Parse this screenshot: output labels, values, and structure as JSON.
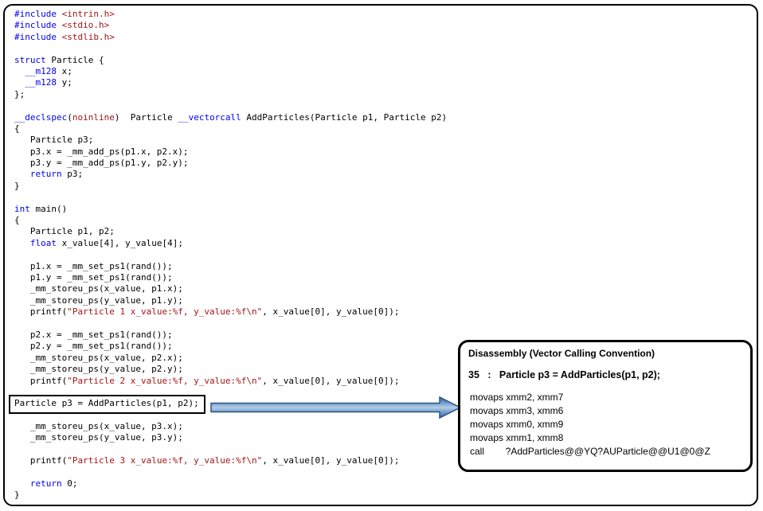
{
  "colors": {
    "keyword": "#0000ee",
    "literal": "#a31515",
    "plain": "#000000",
    "arrow_edge": "#39648f",
    "arrow_mid": "#5e8dc0",
    "arrow_highlight": "#b3cce8",
    "arrow_stroke": "#2f5480",
    "panel_border": "#000000"
  },
  "code": {
    "boxed_line_index": 34,
    "lines": [
      [
        [
          "k",
          "#include"
        ],
        [
          "p",
          " "
        ],
        [
          "s",
          "<intrin.h>"
        ]
      ],
      [
        [
          "k",
          "#include"
        ],
        [
          "p",
          " "
        ],
        [
          "s",
          "<stdio.h>"
        ]
      ],
      [
        [
          "k",
          "#include"
        ],
        [
          "p",
          " "
        ],
        [
          "s",
          "<stdlib.h>"
        ]
      ],
      [],
      [
        [
          "k",
          "struct"
        ],
        [
          "p",
          " Particle {"
        ]
      ],
      [
        [
          "p",
          "  "
        ],
        [
          "k",
          "__m128"
        ],
        [
          "p",
          " x;"
        ]
      ],
      [
        [
          "p",
          "  "
        ],
        [
          "k",
          "__m128"
        ],
        [
          "p",
          " y;"
        ]
      ],
      [
        [
          "p",
          "};"
        ]
      ],
      [],
      [
        [
          "k",
          "__declspec"
        ],
        [
          "p",
          "("
        ],
        [
          "s",
          "noinline"
        ],
        [
          "p",
          ")  Particle "
        ],
        [
          "k",
          "__vectorcall"
        ],
        [
          "p",
          " AddParticles(Particle p1, Particle p2)"
        ]
      ],
      [
        [
          "p",
          "{"
        ]
      ],
      [
        [
          "p",
          "   Particle p3;"
        ]
      ],
      [
        [
          "p",
          "   p3.x = _mm_add_ps(p1.x, p2.x);"
        ]
      ],
      [
        [
          "p",
          "   p3.y = _mm_add_ps(p1.y, p2.y);"
        ]
      ],
      [
        [
          "p",
          "   "
        ],
        [
          "k",
          "return"
        ],
        [
          "p",
          " p3;"
        ]
      ],
      [
        [
          "p",
          "}"
        ]
      ],
      [],
      [
        [
          "k",
          "int"
        ],
        [
          "p",
          " main()"
        ]
      ],
      [
        [
          "p",
          "{"
        ]
      ],
      [
        [
          "p",
          "   Particle p1, p2;"
        ]
      ],
      [
        [
          "p",
          "   "
        ],
        [
          "k",
          "float"
        ],
        [
          "p",
          " x_value[4], y_value[4];"
        ]
      ],
      [],
      [
        [
          "p",
          "   p1.x = _mm_set_ps1(rand());"
        ]
      ],
      [
        [
          "p",
          "   p1.y = _mm_set_ps1(rand());"
        ]
      ],
      [
        [
          "p",
          "   _mm_storeu_ps(x_value, p1.x);"
        ]
      ],
      [
        [
          "p",
          "   _mm_storeu_ps(y_value, p1.y);"
        ]
      ],
      [
        [
          "p",
          "   printf("
        ],
        [
          "s",
          "\"Particle 1 x_value:%f, y_value:%f\\n\""
        ],
        [
          "p",
          ", x_value[0], y_value[0]);"
        ]
      ],
      [],
      [
        [
          "p",
          "   p2.x = _mm_set_ps1(rand());"
        ]
      ],
      [
        [
          "p",
          "   p2.y = _mm_set_ps1(rand());"
        ]
      ],
      [
        [
          "p",
          "   _mm_storeu_ps(x_value, p2.x);"
        ]
      ],
      [
        [
          "p",
          "   _mm_storeu_ps(y_value, p2.y);"
        ]
      ],
      [
        [
          "p",
          "   printf("
        ],
        [
          "s",
          "\"Particle 2 x_value:%f, y_value:%f\\n\""
        ],
        [
          "p",
          ", x_value[0], y_value[0]);"
        ]
      ],
      [],
      [
        [
          "p",
          "Particle p3 = AddParticles(p1, p2);"
        ]
      ],
      [],
      [
        [
          "p",
          "   _mm_storeu_ps(x_value, p3.x);"
        ]
      ],
      [
        [
          "p",
          "   _mm_storeu_ps(y_value, p3.y);"
        ]
      ],
      [],
      [
        [
          "p",
          "   printf("
        ],
        [
          "s",
          "\"Particle 3 x_value:%f, y_value:%f\\n\""
        ],
        [
          "p",
          ", x_value[0], y_value[0]);"
        ]
      ],
      [],
      [
        [
          "p",
          "   "
        ],
        [
          "k",
          "return"
        ],
        [
          "p",
          " 0;"
        ]
      ],
      [
        [
          "p",
          "}"
        ]
      ]
    ]
  },
  "callout": {
    "title": "Disassembly (Vector Calling Convention)",
    "source_line": "35   :   Particle p3 = AddParticles(p1, p2);",
    "asm_lines": [
      "movaps xmm2, xmm7",
      "movaps xmm3, xmm6",
      "movaps xmm0, xmm9",
      "movaps xmm1, xmm8",
      "call        ?AddParticles@@YQ?AUParticle@@U1@0@Z"
    ]
  }
}
